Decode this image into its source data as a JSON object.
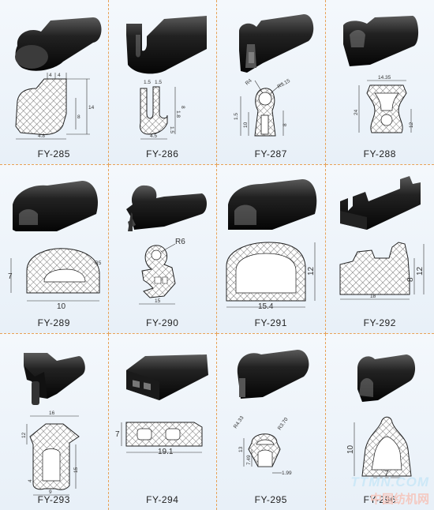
{
  "products": [
    {
      "code": "FY-285",
      "dims": [
        "4",
        "4",
        "8",
        "14",
        "4.8"
      ]
    },
    {
      "code": "FY-286",
      "dims": [
        "1.5",
        "1.5",
        "4.5",
        "1.8",
        "1.5",
        "8"
      ]
    },
    {
      "code": "FY-287",
      "dims": [
        "R4",
        "R3.15",
        "1.5",
        "10",
        "8"
      ]
    },
    {
      "code": "FY-288",
      "dims": [
        "14.35",
        "24",
        "12"
      ]
    },
    {
      "code": "FY-289",
      "dims": [
        "R5",
        "7",
        "10"
      ]
    },
    {
      "code": "FY-290",
      "dims": [
        "R6",
        "15"
      ]
    },
    {
      "code": "FY-291",
      "dims": [
        "12",
        "15.4"
      ]
    },
    {
      "code": "FY-292",
      "dims": [
        "8",
        "12",
        "18"
      ]
    },
    {
      "code": "FY-293",
      "dims": [
        "16",
        "12",
        "15",
        "4",
        "9"
      ]
    },
    {
      "code": "FY-294",
      "dims": [
        "7",
        "19.1"
      ]
    },
    {
      "code": "FY-295",
      "dims": [
        "R4.33",
        "R3.70",
        "13",
        "7.49",
        "1.99"
      ]
    },
    {
      "code": "FY-296",
      "dims": [
        "10",
        "7"
      ]
    }
  ],
  "watermark": {
    "line1": "TTMN.COM",
    "line2": "中国纺机网"
  }
}
